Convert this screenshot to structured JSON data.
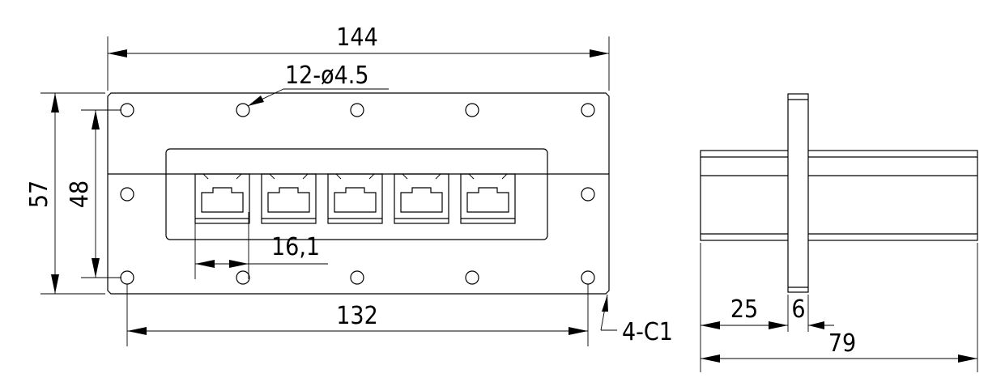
{
  "dimensions": {
    "overall_width": "144",
    "holes": "12-ø4.5",
    "overall_height": "57",
    "hole_height": "48",
    "port_pitch": "16,1",
    "hole_spacing": "132",
    "chamfer": "4-C1",
    "side_left": "25",
    "flange_thickness": "6",
    "side_total": "79"
  },
  "colors": {
    "line": "#000000",
    "background": "#ffffff"
  }
}
